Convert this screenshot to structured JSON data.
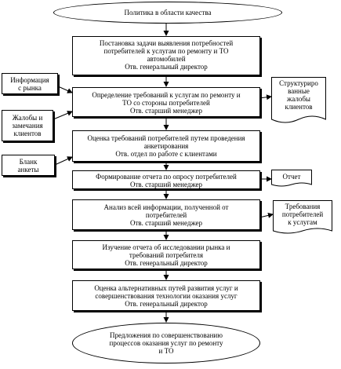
{
  "diagram": {
    "start": {
      "lines": [
        "Политика в области качества"
      ]
    },
    "steps": [
      {
        "lines": [
          "Постановка задачи выявления потребностей",
          "потребителей к услугам по ремонту и ТО",
          "автомобилей",
          "Отв. генеральный директор"
        ]
      },
      {
        "lines": [
          "Определение требований к услугам по ремонту и",
          "ТО со стороны потребителей",
          "Отв. старший менеджер"
        ]
      },
      {
        "lines": [
          "Оценка требований потребителей путем проведения",
          "анкетирования",
          "Отв. отдел по работе с клиентами"
        ]
      },
      {
        "lines": [
          "Формирование отчета по опросу потребителей",
          "Отв. старший менеджер"
        ]
      },
      {
        "lines": [
          "Анализ всей информации, полученной от",
          "потребителей",
          "Отв. старший менеджер"
        ]
      },
      {
        "lines": [
          "Изучение отчета об исследовании рынка и",
          "требований потребителя",
          "Отв. генеральный директор"
        ]
      },
      {
        "lines": [
          "Оценка альтернативных путей развития услуг и",
          "совершенствования технологии оказания услуг",
          "Отв. генеральный директор"
        ]
      }
    ],
    "end": {
      "lines": [
        "Предложения по совершенствованию",
        "процессов оказания услуг по ремонту",
        "и ТО"
      ]
    },
    "inputs": [
      {
        "lines": [
          "Информация",
          "с рынка"
        ]
      },
      {
        "lines": [
          "Жалобы и",
          "замечания",
          "клиентов"
        ]
      },
      {
        "lines": [
          "Бланк",
          "анкеты"
        ]
      }
    ],
    "outputs": [
      {
        "lines": [
          "Структуриро",
          "ванные",
          "жалобы",
          "клиентов"
        ]
      },
      {
        "lines": [
          "Отчет"
        ]
      },
      {
        "lines": [
          "Требования",
          "потребителей",
          "к услугам"
        ]
      }
    ]
  }
}
